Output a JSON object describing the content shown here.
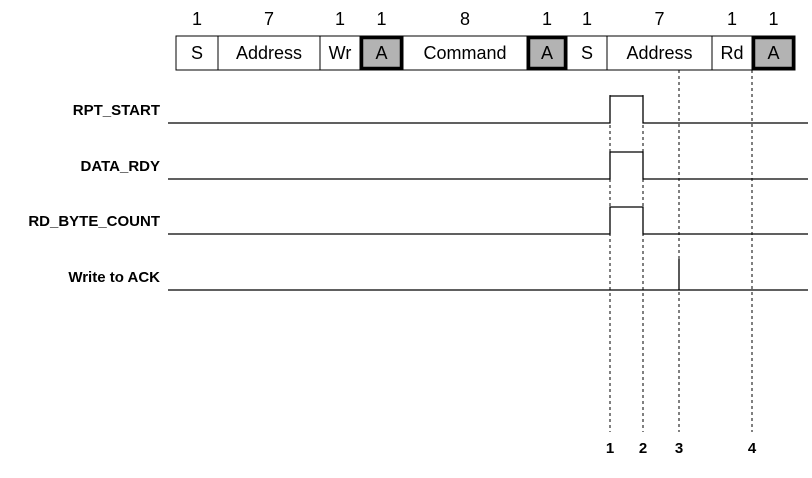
{
  "frame": {
    "fields": [
      {
        "bits": "1",
        "label": "S",
        "ack": false
      },
      {
        "bits": "7",
        "label": "Address",
        "ack": false
      },
      {
        "bits": "1",
        "label": "Wr",
        "ack": false
      },
      {
        "bits": "1",
        "label": "A",
        "ack": true
      },
      {
        "bits": "8",
        "label": "Command",
        "ack": false
      },
      {
        "bits": "1",
        "label": "A",
        "ack": true
      },
      {
        "bits": "1",
        "label": "S",
        "ack": false
      },
      {
        "bits": "7",
        "label": "Address",
        "ack": false
      },
      {
        "bits": "1",
        "label": "Rd",
        "ack": false
      },
      {
        "bits": "1",
        "label": "A",
        "ack": true
      }
    ]
  },
  "signals": [
    {
      "name": "RPT_START"
    },
    {
      "name": "DATA_RDY"
    },
    {
      "name": "RD_BYTE_COUNT"
    },
    {
      "name": "Write to ACK"
    }
  ],
  "markers": [
    "1",
    "2",
    "3",
    "4"
  ],
  "colors": {
    "ack_fill": "#b3b3b3",
    "line": "#000000",
    "background": "#ffffff"
  }
}
